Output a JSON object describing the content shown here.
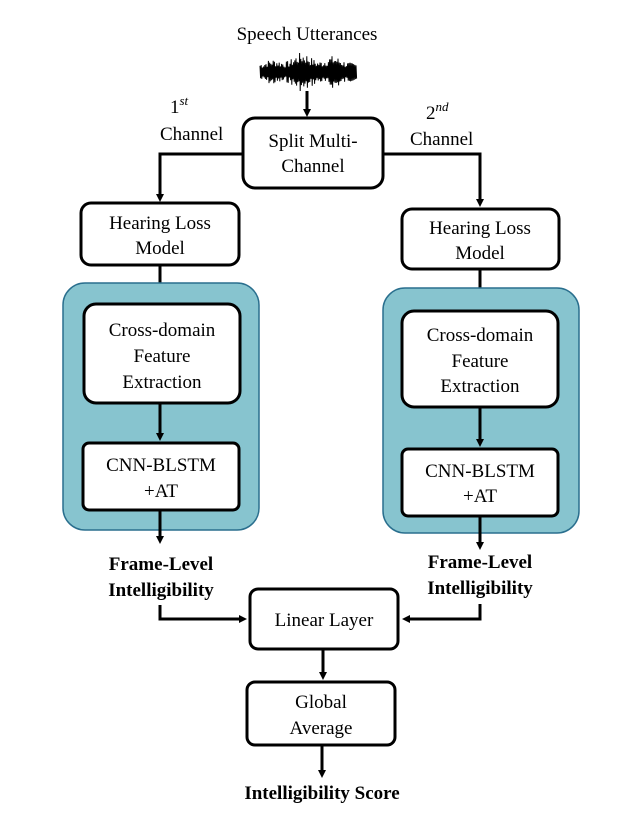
{
  "input": {
    "title": "Speech Utterances"
  },
  "split": {
    "line1": "Split Multi-",
    "line2": "Channel"
  },
  "channels": [
    {
      "number": "1",
      "suffix": "st",
      "label": "Channel",
      "hearing_loss": {
        "line1": "Hearing Loss",
        "line2": "Model"
      },
      "feature": {
        "line1": "Cross-domain",
        "line2": "Feature",
        "line3": "Extraction"
      },
      "cnn": {
        "line1": "CNN-BLSTM",
        "line2": "+AT"
      },
      "output": {
        "line1": "Frame-Level",
        "line2": "Intelligibility"
      }
    },
    {
      "number": "2",
      "suffix": "nd",
      "label": "Channel",
      "hearing_loss": {
        "line1": "Hearing Loss",
        "line2": "Model"
      },
      "feature": {
        "line1": "Cross-domain",
        "line2": "Feature",
        "line3": "Extraction"
      },
      "cnn": {
        "line1": "CNN-BLSTM",
        "line2": "+AT"
      },
      "output": {
        "line1": "Frame-Level",
        "line2": "Intelligibility"
      }
    }
  ],
  "linear": {
    "label": "Linear Layer"
  },
  "global": {
    "line1": "Global",
    "line2": "Average"
  },
  "final": {
    "label": "Intelligibility Score"
  },
  "colors": {
    "panel_fill": "#87c4cf",
    "panel_stroke": "#2a6f8e",
    "box_stroke": "#000000",
    "box_fill": "#ffffff"
  },
  "icons": {
    "waveform": "waveform-icon"
  }
}
